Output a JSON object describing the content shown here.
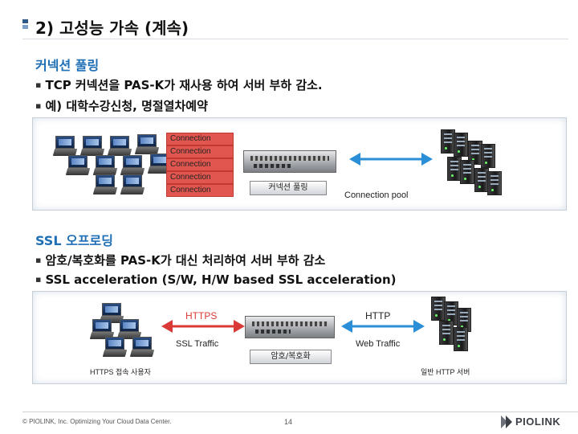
{
  "slide": {
    "title": "2) 고성능 가속 (계속)",
    "section1": {
      "heading": "커넥션 풀링",
      "bullets": [
        "TCP 커넥션을 PAS-K가 재사용 하여 서버 부하 감소.",
        "예) 대학수강신청, 명절열차예약"
      ],
      "connections": [
        "Connection",
        "Connection",
        "Connection",
        "Connection",
        "Connection"
      ],
      "device_label": "커넥션 풀링",
      "pool_label": "Connection pool"
    },
    "section2": {
      "heading": "SSL 오프로딩",
      "bullets": [
        "암호/복호화를 PAS-K가 대신 처리하여 서버 부하 감소",
        "SSL acceleration (S/W, H/W based SSL acceleration)"
      ],
      "left_protocol": "HTTPS",
      "right_protocol": "HTTP",
      "left_traffic": "SSL Traffic",
      "right_traffic": "Web Traffic",
      "device_label": "암호/복호화",
      "client_label": "HTTPS 접속 사용자",
      "server_label": "일반 HTTP 서버"
    },
    "footer": {
      "copyright": "© PIOLINK, Inc. Optimizing Your Cloud Data Center.",
      "page_number": "14",
      "logo_text": "PIOLINK"
    },
    "colors": {
      "accent_blue": "#1f6fb5",
      "arrow_blue": "#2a8fd6",
      "arrow_red": "#d93a35"
    }
  }
}
